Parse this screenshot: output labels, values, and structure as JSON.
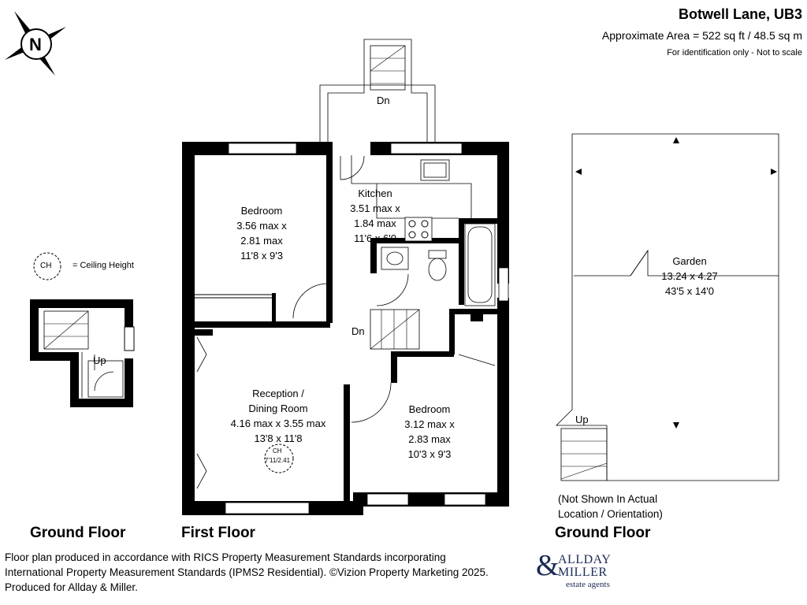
{
  "header": {
    "title": "Botwell Lane, UB3",
    "area": "Approximate Area = 522 sq ft / 48.5 sq m",
    "note": "For identification only - Not to scale"
  },
  "compass": {
    "letter": "N"
  },
  "legend": {
    "symbol": "CH",
    "text": "= Ceiling Height"
  },
  "rooms": {
    "bedroom1": {
      "name": "Bedroom",
      "l1": "3.56 max x",
      "l2": "2.81 max",
      "l3": "11'8 x 9'3"
    },
    "kitchen": {
      "name": "Kitchen",
      "l1": "3.51 max x",
      "l2": "1.84 max",
      "l3": "11'6 x 6'0"
    },
    "reception": {
      "name": "Reception /",
      "name2": "Dining Room",
      "l1": "4.16 max x 3.55 max",
      "l2": "13'8 x 11'8"
    },
    "bedroom2": {
      "name": "Bedroom",
      "l1": "3.12 max x",
      "l2": "2.83 max",
      "l3": "10'3 x 9'3"
    },
    "garden": {
      "name": "Garden",
      "l1": "13.24 x 4.27",
      "l2": "43'5 x 14'0"
    }
  },
  "ceiling_mark": {
    "symbol": "CH",
    "value": "7'11/2.41"
  },
  "stairs": {
    "dn_top": "Dn",
    "dn_mid": "Dn",
    "up_small": "Up",
    "up_garden": "Up"
  },
  "garden_note": {
    "l1": "(Not Shown In Actual",
    "l2": "Location / Orientation)"
  },
  "floor_labels": {
    "ground_left": "Ground Floor",
    "first": "First Floor",
    "ground_right": "Ground Floor"
  },
  "footer": {
    "l1": "Floor plan produced in accordance with RICS Property Measurement Standards incorporating",
    "l2": "International Property Measurement Standards (IPMS2 Residential). ©Vizion Property Marketing 2025.",
    "l3": "Produced for Allday & Miller."
  },
  "logo": {
    "amp": "&",
    "name1": "ALLDAY",
    "name2": "MILLER",
    "tagline": "estate agents"
  },
  "colors": {
    "wall": "#000000",
    "logo": "#1b2a55"
  }
}
